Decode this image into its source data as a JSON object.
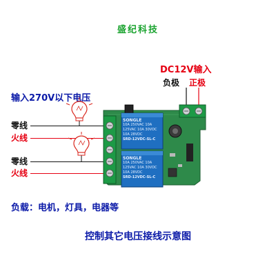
{
  "brand": "盛纪科技",
  "power_label": "DC12V输入",
  "negative_label": "负极",
  "positive_label": "正极",
  "input_label": "输入270V以下电压",
  "wires": [
    {
      "label": "零线",
      "color": "#111111"
    },
    {
      "label": "火线",
      "color": "#e60012"
    },
    {
      "label": "零线",
      "color": "#111111"
    },
    {
      "label": "火线",
      "color": "#e60012"
    }
  ],
  "relays": [
    {
      "brand": "SONGLE",
      "rating": "10A 250VAC 10A 125VAC 10A 30VDC 10A 28VDC",
      "model": "SRD-12VDC-SL-C"
    },
    {
      "brand": "SONGLE",
      "rating": "10A 250VAC 10A 125VAC 10A 30VDC 10A 28VDC",
      "model": "SRD-12VDC-SL-C"
    }
  ],
  "load_label": "负载：电机，灯具，电器等",
  "caption": "控制其它电压接线示意图",
  "colors": {
    "brand": "#1aa32f",
    "accent_red": "#e60012",
    "label_blue": "#0b1aa8",
    "pcb": "#2e8a4a",
    "relay": "#1f6fc1"
  }
}
